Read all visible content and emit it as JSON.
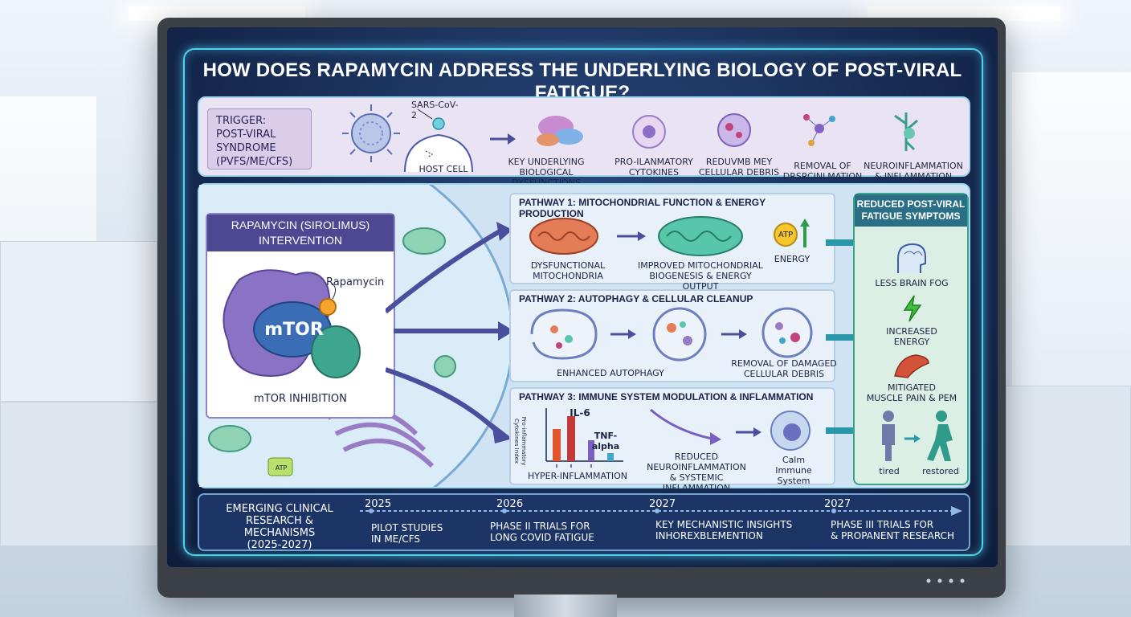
{
  "title": "HOW DOES RAPAMYCIN ADDRESS THE UNDERLYING BIOLOGY OF POST-VIRAL FATIGUE?",
  "trigger": {
    "label_line1": "TRIGGER:",
    "label_line2": "POST-VIRAL SYNDROME",
    "label_line3": "(PVFS/ME/CFS)",
    "virus": "SARS-CoV-2",
    "host_cell": "HOST CELL",
    "items": [
      {
        "line1": "KEY UNDERLYING",
        "line2": "BIOLOGICAL DYSFUNCTIONS"
      },
      {
        "line1": "PRO-ILANMATORY",
        "line2": "CYTOKINES"
      },
      {
        "line1": "REDUVMB MEY",
        "line2": "CELLULAR DEBRIS"
      },
      {
        "line1": "REMOVAL OF",
        "line2": "DRSRCINLMATION"
      },
      {
        "line1": "NEUROINFLAMMATION",
        "line2": "& INFLAMMATION"
      }
    ]
  },
  "intervention": {
    "header_line1": "RAPAMYCIN (SIROLIMUS)",
    "header_line2": "INTERVENTION",
    "drug": "Rapamycin",
    "target": "mTOR",
    "caption": "mTOR INHIBITION",
    "atp_small": "ATP"
  },
  "pathways": [
    {
      "title": "PATHWAY 1: MITOCHONDRIAL FUNCTION & ENERGY PRODUCTION",
      "a_line1": "DYSFUNCTIONAL",
      "a_line2": "MITOCHONDRIA",
      "b_line1": "IMPROVED MITOCHONDRIAL",
      "b_line2": "BIOGENESIS & ENERGY OUTPUT",
      "atp": "ATP",
      "energy": "ENERGY"
    },
    {
      "title": "PATHWAY 2: AUTOPHAGY & CELLULAR CLEANUP",
      "a_line1": "ENHANCED AUTOPHAGY",
      "b_line1": "REMOVAL OF DAMAGED",
      "b_line2": "CELLULAR DEBRIS"
    },
    {
      "title": "PATHWAY 3: IMMUNE SYSTEM MODULATION & INFLAMMATION",
      "axis": "Pro-inflammatory Cytokines Index",
      "bar1": "IL-6",
      "bar2": "TNF-alpha",
      "chart_caption": "HYPER-INFLAMMATION",
      "b_line1": "REDUCED",
      "b_line2": "NEUROINFLAMMATION",
      "b_line3": "& SYSTEMIC INFLAMMATION",
      "c_line1": "Calm Immune",
      "c_line2": "System"
    }
  ],
  "outcomes": {
    "header_line1": "REDUCED POST-VIRAL",
    "header_line2": "FATIGUE SYMPTOMS",
    "items": [
      {
        "line1": "LESS BRAIN FOG"
      },
      {
        "line1": "INCREASED",
        "line2": "ENERGY"
      },
      {
        "line1": "MITIGATED",
        "line2": "MUSCLE PAIN & PEM"
      }
    ],
    "tired": "tired",
    "restored": "restored"
  },
  "timeline": {
    "title_line1": "EMERGING CLINICAL",
    "title_line2": "RESEARCH & MECHANISMS",
    "title_line3": "(2025-2027)",
    "events": [
      {
        "year": "2025",
        "line1": "PILOT STUDIES",
        "line2": "IN ME/CFS"
      },
      {
        "year": "2026",
        "line1": "PHASE II TRIALS FOR",
        "line2": "LONG COVID FATIGUE"
      },
      {
        "year": "2027",
        "line1": "KEY MECHANISTIC INSIGHTS",
        "line2": "INHOREXBLEMENTION"
      },
      {
        "year": "2027",
        "line1": "PHASE III TRIALS  FOR",
        "line2": "& PROPANENT RESEARCH"
      }
    ]
  },
  "colors": {
    "accent": "#4fd1ef",
    "screen": "#14264b",
    "intervention_header": "#4d4891",
    "outcome_header": "#2a6f85",
    "arrow": "#4a4e9c",
    "teal_arrow": "#2a98a8"
  }
}
